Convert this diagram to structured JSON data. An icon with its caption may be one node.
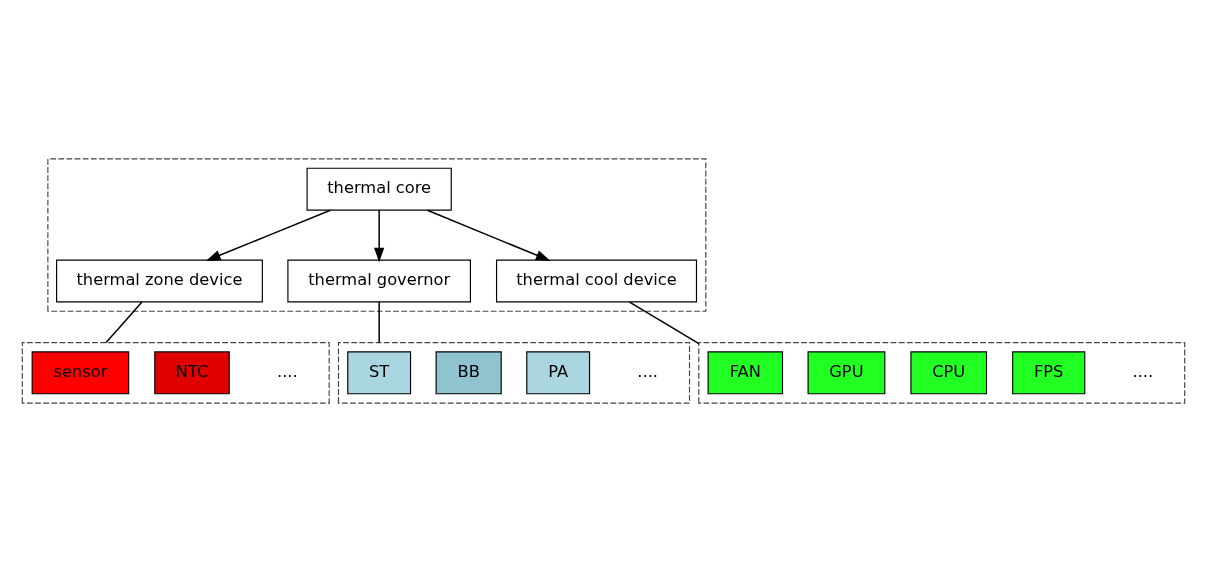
{
  "diagram": {
    "nodes": [
      {
        "text": [],
        "shape": "box"
      },
      {
        "text": [
          "thermal core"
        ],
        "in": 0
      },
      {
        "text": [
          "thermal zone device"
        ],
        "in": 0
      },
      {
        "text": [
          "thermal governor"
        ],
        "in": 0
      },
      {
        "text": [
          "thermal cool device"
        ],
        "in": 0
      },
      {
        "text": [],
        "shape": "box"
      },
      {
        "text": [
          "sensor"
        ],
        "in": 5
      },
      {
        "text": [
          "NTC"
        ],
        "in": 5
      },
      {
        "text": [
          "...."
        ],
        "in": 5
      },
      {
        "text": [],
        "shape": "box"
      },
      {
        "text": [
          "ST"
        ],
        "in": 9
      },
      {
        "text": [
          "BB"
        ],
        "in": 9
      },
      {
        "text": [
          "PA"
        ],
        "in": 9
      },
      {
        "text": [
          "...."
        ],
        "in": 9
      },
      {
        "text": [],
        "shape": "box"
      },
      {
        "text": [
          "FAN"
        ],
        "in": 14
      },
      {
        "text": [
          "GPU"
        ],
        "in": 14
      },
      {
        "text": [
          "CPU"
        ],
        "in": 14
      },
      {
        "text": [
          "FPS"
        ],
        "in": 14
      },
      {
        "text": [
          "...."
        ],
        "in": 14
      }
    ],
    "edges": [
      {
        "from": 1,
        "to": 2,
        "arrow": "to"
      },
      {
        "from": 1,
        "to": 3,
        "arrow": "to"
      },
      {
        "from": 1,
        "to": 4,
        "arrow": "to"
      },
      {
        "from": 2,
        "to": 5,
        "arrow": "none"
      },
      {
        "from": 3,
        "to": 9,
        "arrow": "none"
      },
      {
        "from": 4,
        "to": 14,
        "arrow": "none"
      }
    ]
  }
}
